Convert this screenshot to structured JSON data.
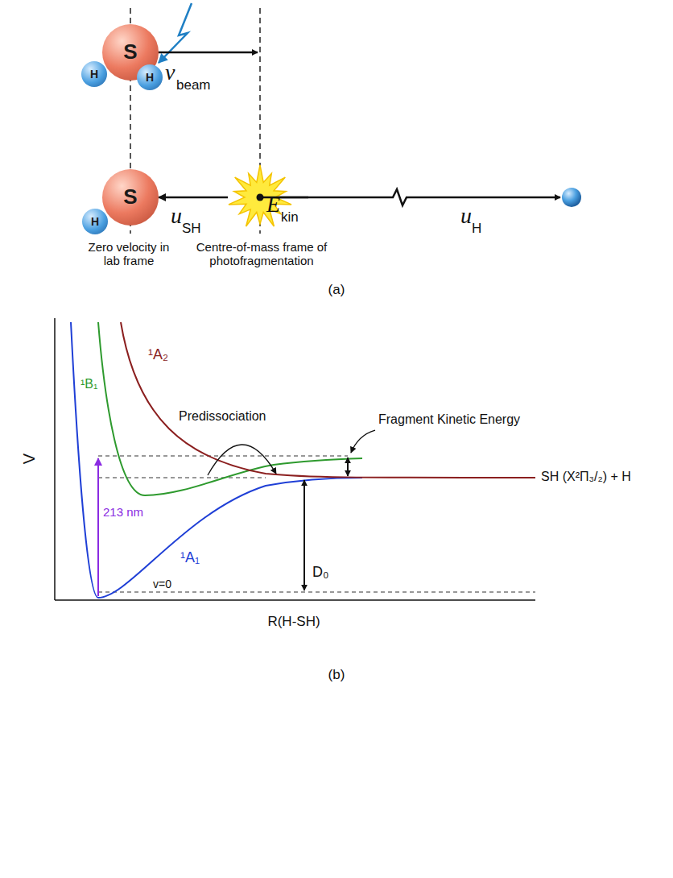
{
  "diagram": {
    "nodes": [
      {
        "text": [
          "S"
        ]
      },
      {
        "text": [
          "H"
        ]
      },
      {
        "text": [
          "H"
        ]
      },
      {
        "text": [
          "S"
        ]
      },
      {
        "text": [
          "H"
        ]
      },
      {
        "text": [
          "E",
          "kin"
        ]
      }
    ],
    "edges": [
      {
        "from": 5,
        "to": 3,
        "arrow": "to"
      }
    ],
    "labels": [
      "v",
      "beam",
      "u",
      "SH",
      "u",
      "H",
      "Zero velocity in lab frame",
      "Centre-of-mass frame of photofragmentation",
      "(a)",
      "V",
      "R(H-SH)",
      "¹A₂",
      "¹B₁",
      "¹A₁",
      "Predissociation",
      "Fragment Kinetic Energy",
      "SH (X²Π₃/₂) + H",
      "213 nm",
      "D₀",
      "v=0",
      "(b)"
    ]
  }
}
